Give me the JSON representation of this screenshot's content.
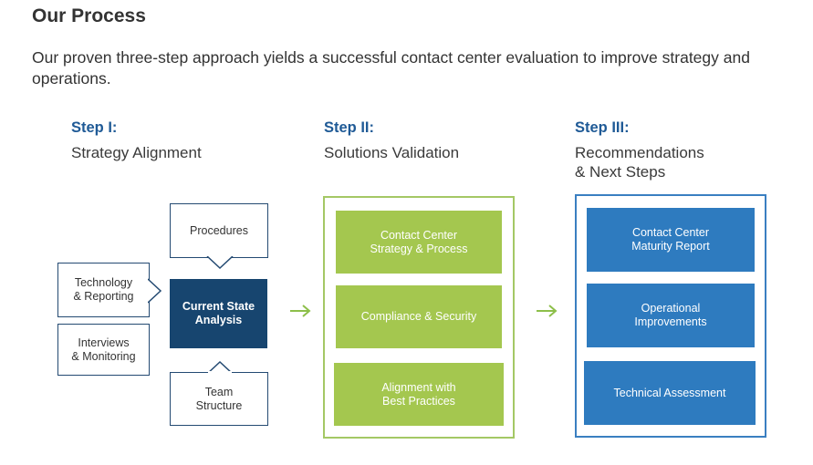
{
  "title": "Our Process",
  "intro": "Our proven three-step approach yields a successful contact center evaluation to improve strategy and operations.",
  "steps": [
    {
      "label": "Step I:",
      "name": "Strategy Alignment",
      "center": "Current State\nAnalysis",
      "callouts": {
        "top": "Procedures",
        "left_upper": "Technology\n& Reporting",
        "left_lower": "Interviews\n& Monitoring",
        "bottom": "Team\nStructure"
      }
    },
    {
      "label": "Step II:",
      "name": "Solutions Validation",
      "boxes": [
        "Contact Center\nStrategy & Process",
        "Compliance & Security",
        "Alignment with\nBest Practices"
      ]
    },
    {
      "label": "Step III:",
      "name": "Recommendations\n& Next Steps",
      "boxes": [
        "Contact Center\nMaturity Report",
        "Operational\nImprovements",
        "Technical Assessment"
      ]
    }
  ],
  "colors": {
    "step_label": "#1f5a96",
    "core_box": "#17456f",
    "green": "#a4c74f",
    "blue": "#2e7bbf",
    "arrow": "#8dbf4a"
  }
}
